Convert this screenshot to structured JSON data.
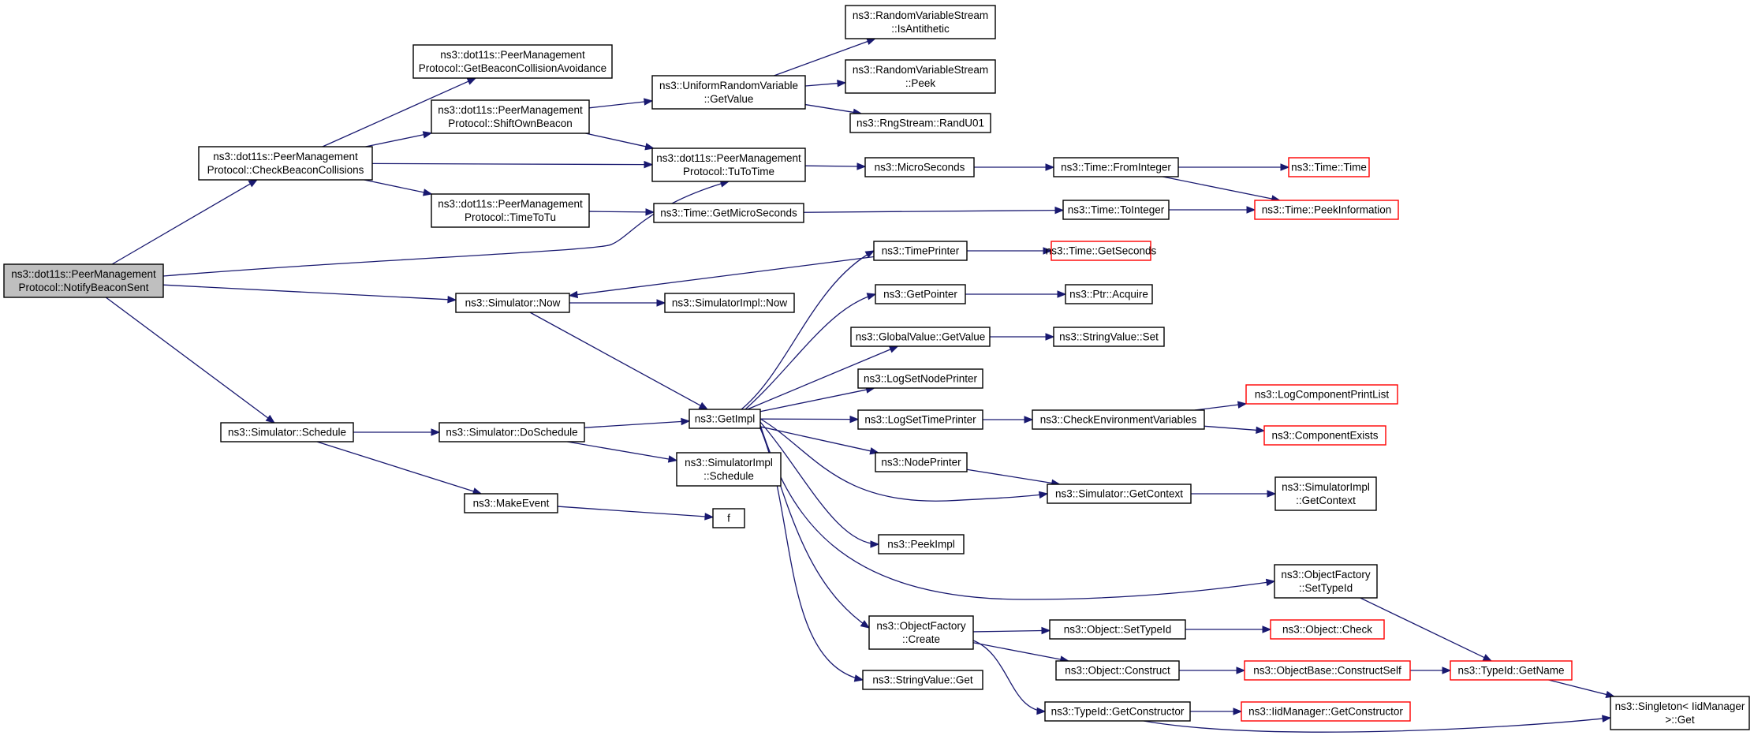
{
  "colors": {
    "edge": "#191970",
    "node_border": "#000000",
    "truncated_node_border": "#ff0000",
    "root_fill": "#bfbfbf",
    "node_fill": "#ffffff"
  },
  "nodes": [
    {
      "id": "root",
      "lines": [
        "ns3::dot11s::PeerManagement",
        "Protocol::NotifyBeaconSent"
      ],
      "style": "root"
    },
    {
      "id": "checkcoll",
      "lines": [
        "ns3::dot11s::PeerManagement",
        "Protocol::CheckBeaconCollisions"
      ],
      "style": "normal"
    },
    {
      "id": "getbca",
      "lines": [
        "ns3::dot11s::PeerManagement",
        "Protocol::GetBeaconCollisionAvoidance"
      ],
      "style": "normal"
    },
    {
      "id": "shift",
      "lines": [
        "ns3::dot11s::PeerManagement",
        "Protocol::ShiftOwnBeacon"
      ],
      "style": "normal"
    },
    {
      "id": "timetotu",
      "lines": [
        "ns3::dot11s::PeerManagement",
        "Protocol::TimeToTu"
      ],
      "style": "normal"
    },
    {
      "id": "urvget",
      "lines": [
        "ns3::UniformRandomVariable",
        "::GetValue"
      ],
      "style": "normal"
    },
    {
      "id": "tutotime",
      "lines": [
        "ns3::dot11s::PeerManagement",
        "Protocol::TuToTime"
      ],
      "style": "normal"
    },
    {
      "id": "isanti",
      "lines": [
        "ns3::RandomVariableStream",
        "::IsAntithetic"
      ],
      "style": "normal"
    },
    {
      "id": "peek",
      "lines": [
        "ns3::RandomVariableStream",
        "::Peek"
      ],
      "style": "normal"
    },
    {
      "id": "randu01",
      "lines": [
        "ns3::RngStream::RandU01"
      ],
      "style": "normal"
    },
    {
      "id": "getmicro",
      "lines": [
        "ns3::Time::GetMicroSeconds"
      ],
      "style": "normal"
    },
    {
      "id": "microsec",
      "lines": [
        "ns3::MicroSeconds"
      ],
      "style": "normal"
    },
    {
      "id": "frominteger",
      "lines": [
        "ns3::Time::FromInteger"
      ],
      "style": "normal"
    },
    {
      "id": "timetime",
      "lines": [
        "ns3::Time::Time"
      ],
      "style": "truncated"
    },
    {
      "id": "tointeger",
      "lines": [
        "ns3::Time::ToInteger"
      ],
      "style": "normal"
    },
    {
      "id": "peekinfo",
      "lines": [
        "ns3::Time::PeekInformation"
      ],
      "style": "truncated"
    },
    {
      "id": "timeprinter",
      "lines": [
        "ns3::TimePrinter"
      ],
      "style": "normal"
    },
    {
      "id": "getseconds",
      "lines": [
        "ns3::Time::GetSeconds"
      ],
      "style": "truncated"
    },
    {
      "id": "simnow",
      "lines": [
        "ns3::Simulator::Now"
      ],
      "style": "normal"
    },
    {
      "id": "simimplnow",
      "lines": [
        "ns3::SimulatorImpl::Now"
      ],
      "style": "normal"
    },
    {
      "id": "getpointer",
      "lines": [
        "ns3::GetPointer"
      ],
      "style": "normal"
    },
    {
      "id": "ptracquire",
      "lines": [
        "ns3::Ptr::Acquire"
      ],
      "style": "normal"
    },
    {
      "id": "gvgetvalue",
      "lines": [
        "ns3::GlobalValue::GetValue"
      ],
      "style": "normal"
    },
    {
      "id": "svset",
      "lines": [
        "ns3::StringValue::Set"
      ],
      "style": "normal"
    },
    {
      "id": "logsetnode",
      "lines": [
        "ns3::LogSetNodePrinter"
      ],
      "style": "normal"
    },
    {
      "id": "getimpl",
      "lines": [
        "ns3::GetImpl"
      ],
      "style": "normal"
    },
    {
      "id": "logsettime",
      "lines": [
        "ns3::LogSetTimePrinter"
      ],
      "style": "normal"
    },
    {
      "id": "checkenv",
      "lines": [
        "ns3::CheckEnvironmentVariables"
      ],
      "style": "normal"
    },
    {
      "id": "logcomplist",
      "lines": [
        "ns3::LogComponentPrintList"
      ],
      "style": "truncated"
    },
    {
      "id": "compexists",
      "lines": [
        "ns3::ComponentExists"
      ],
      "style": "truncated"
    },
    {
      "id": "simschedule",
      "lines": [
        "ns3::Simulator::Schedule"
      ],
      "style": "normal"
    },
    {
      "id": "doschedule",
      "lines": [
        "ns3::Simulator::DoSchedule"
      ],
      "style": "normal"
    },
    {
      "id": "nodeprinter",
      "lines": [
        "ns3::NodePrinter"
      ],
      "style": "normal"
    },
    {
      "id": "simimplsched",
      "lines": [
        "ns3::SimulatorImpl",
        "::Schedule"
      ],
      "style": "normal"
    },
    {
      "id": "getcontext",
      "lines": [
        "ns3::Simulator::GetContext"
      ],
      "style": "normal"
    },
    {
      "id": "simimplctx",
      "lines": [
        "ns3::SimulatorImpl",
        "::GetContext"
      ],
      "style": "normal"
    },
    {
      "id": "makeevent",
      "lines": [
        "ns3::MakeEvent"
      ],
      "style": "normal"
    },
    {
      "id": "f",
      "lines": [
        "f"
      ],
      "style": "normal"
    },
    {
      "id": "peekimpl",
      "lines": [
        "ns3::PeekImpl"
      ],
      "style": "normal"
    },
    {
      "id": "ofsettypeid",
      "lines": [
        "ns3::ObjectFactory",
        "::SetTypeId"
      ],
      "style": "normal"
    },
    {
      "id": "ofcreate",
      "lines": [
        "ns3::ObjectFactory",
        "::Create"
      ],
      "style": "normal"
    },
    {
      "id": "objsettypeid",
      "lines": [
        "ns3::Object::SetTypeId"
      ],
      "style": "normal"
    },
    {
      "id": "objcheck",
      "lines": [
        "ns3::Object::Check"
      ],
      "style": "truncated"
    },
    {
      "id": "objconstruct",
      "lines": [
        "ns3::Object::Construct"
      ],
      "style": "normal"
    },
    {
      "id": "obconstructself",
      "lines": [
        "ns3::ObjectBase::ConstructSelf"
      ],
      "style": "truncated"
    },
    {
      "id": "typeidgetname",
      "lines": [
        "ns3::TypeId::GetName"
      ],
      "style": "truncated"
    },
    {
      "id": "svget",
      "lines": [
        "ns3::StringValue::Get"
      ],
      "style": "normal"
    },
    {
      "id": "typeidgetctor",
      "lines": [
        "ns3::TypeId::GetConstructor"
      ],
      "style": "normal"
    },
    {
      "id": "iidgetctor",
      "lines": [
        "ns3::IidManager::GetConstructor"
      ],
      "style": "truncated"
    },
    {
      "id": "singletonget",
      "lines": [
        "ns3::Singleton< IidManager",
        " >::Get"
      ],
      "style": "normal"
    }
  ],
  "edges": [
    [
      "root",
      "checkcoll"
    ],
    [
      "root",
      "tutotime"
    ],
    [
      "root",
      "simnow"
    ],
    [
      "root",
      "simschedule"
    ],
    [
      "checkcoll",
      "getbca"
    ],
    [
      "checkcoll",
      "shift"
    ],
    [
      "checkcoll",
      "tutotime"
    ],
    [
      "checkcoll",
      "timetotu"
    ],
    [
      "shift",
      "urvget"
    ],
    [
      "shift",
      "tutotime"
    ],
    [
      "urvget",
      "isanti"
    ],
    [
      "urvget",
      "peek"
    ],
    [
      "urvget",
      "randu01"
    ],
    [
      "timetotu",
      "getmicro"
    ],
    [
      "tutotime",
      "microsec"
    ],
    [
      "microsec",
      "frominteger"
    ],
    [
      "frominteger",
      "timetime"
    ],
    [
      "frominteger",
      "peekinfo"
    ],
    [
      "getmicro",
      "tointeger"
    ],
    [
      "tointeger",
      "peekinfo"
    ],
    [
      "simnow",
      "simimplnow"
    ],
    [
      "simnow",
      "getimpl"
    ],
    [
      "timeprinter",
      "simnow"
    ],
    [
      "timeprinter",
      "getseconds"
    ],
    [
      "getpointer",
      "ptracquire"
    ],
    [
      "gvgetvalue",
      "svset"
    ],
    [
      "getimpl",
      "timeprinter"
    ],
    [
      "getimpl",
      "getpointer"
    ],
    [
      "getimpl",
      "gvgetvalue"
    ],
    [
      "getimpl",
      "logsetnode"
    ],
    [
      "getimpl",
      "logsettime"
    ],
    [
      "getimpl",
      "nodeprinter"
    ],
    [
      "getimpl",
      "getcontext"
    ],
    [
      "getimpl",
      "peekimpl"
    ],
    [
      "getimpl",
      "ofsettypeid"
    ],
    [
      "getimpl",
      "ofcreate"
    ],
    [
      "getimpl",
      "svget"
    ],
    [
      "logsettime",
      "checkenv"
    ],
    [
      "checkenv",
      "logcomplist"
    ],
    [
      "checkenv",
      "compexists"
    ],
    [
      "simschedule",
      "doschedule"
    ],
    [
      "simschedule",
      "makeevent"
    ],
    [
      "doschedule",
      "getimpl"
    ],
    [
      "doschedule",
      "simimplsched"
    ],
    [
      "makeevent",
      "f"
    ],
    [
      "nodeprinter",
      "getcontext"
    ],
    [
      "getcontext",
      "simimplctx"
    ],
    [
      "ofsettypeid",
      "typeidgetname"
    ],
    [
      "ofcreate",
      "objsettypeid"
    ],
    [
      "ofcreate",
      "objconstruct"
    ],
    [
      "ofcreate",
      "typeidgetctor"
    ],
    [
      "objsettypeid",
      "objcheck"
    ],
    [
      "objconstruct",
      "obconstructself"
    ],
    [
      "obconstructself",
      "typeidgetname"
    ],
    [
      "typeidgetname",
      "singletonget"
    ],
    [
      "typeidgetctor",
      "iidgetctor"
    ],
    [
      "typeidgetctor",
      "singletonget"
    ]
  ]
}
